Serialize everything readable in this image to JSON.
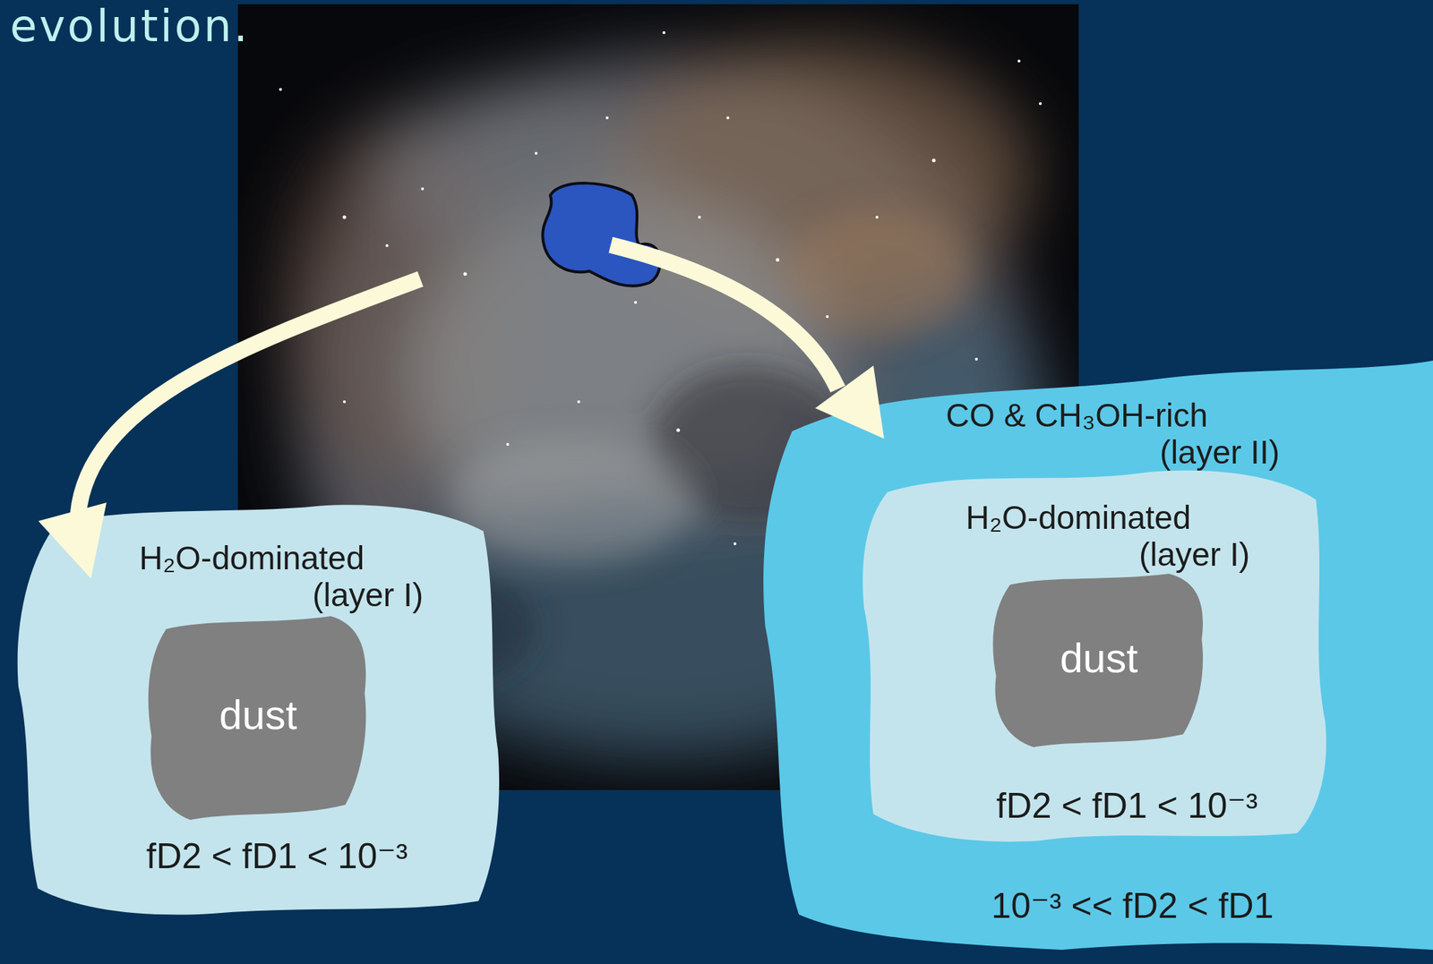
{
  "diagram": {
    "title": "evolution.",
    "nodes": [
      {
        "text": [
          "H₂O-dominated (layer I)",
          "fD2 < fD1 < 10⁻³"
        ]
      },
      {
        "text": [
          "dust"
        ],
        "in": 0
      },
      {
        "text": [
          "CO & CH₃OH-rich (layer II)",
          "10⁻³ << fD2 < fD1"
        ]
      },
      {
        "text": [
          "H₂O-dominated (layer I)",
          "fD2 < fD1 < 10⁻³"
        ],
        "in": 2
      },
      {
        "text": [
          "dust"
        ],
        "in": 3
      }
    ]
  }
}
